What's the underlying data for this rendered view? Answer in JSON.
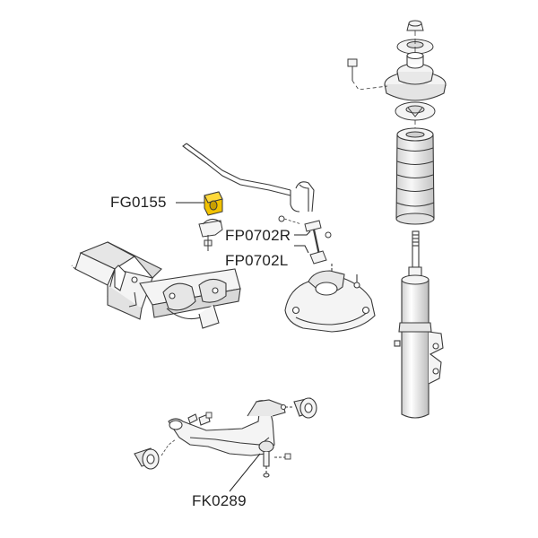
{
  "labels": {
    "stabilizer_bushing": "FG0155",
    "link_right": "FP0702R",
    "link_left": "FP0702L",
    "control_arm": "FK0289"
  },
  "colors": {
    "line": "#3a3a3a",
    "highlight": "#f2c200",
    "part_fill": "#f4f4f4",
    "shade": "#d8d8d8"
  }
}
